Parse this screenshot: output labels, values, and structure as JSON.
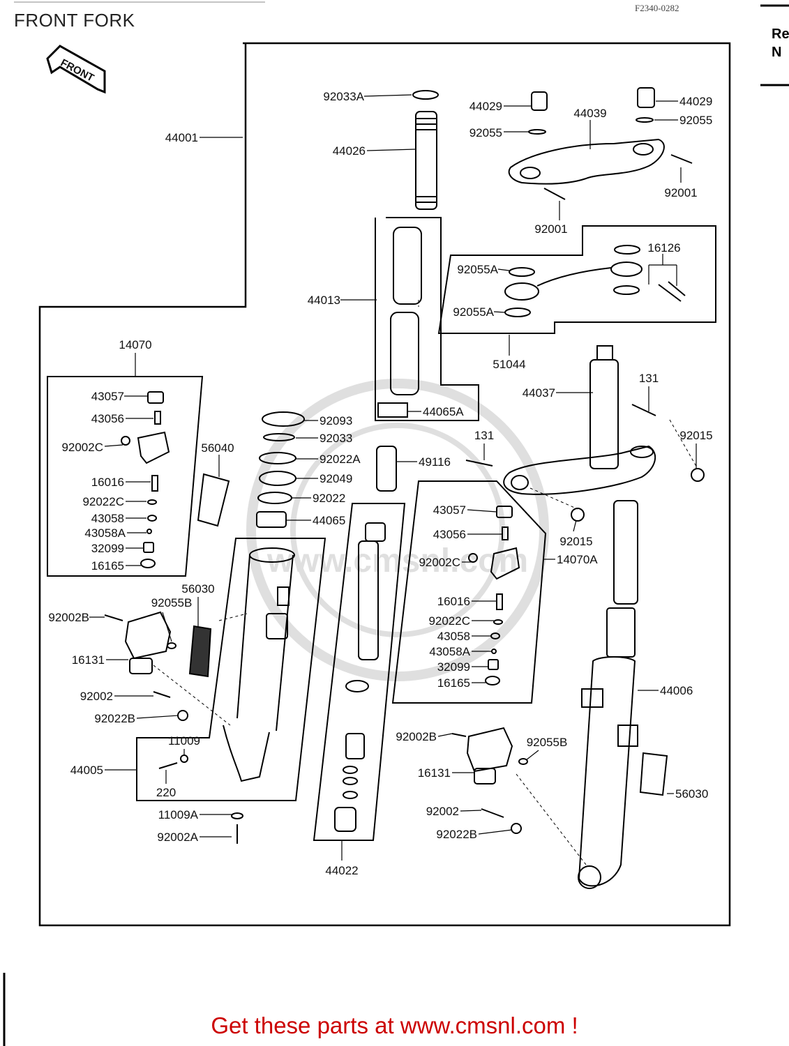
{
  "header": {
    "title": "FRONT FORK",
    "figure_code": "F2340-0282",
    "ref_col": [
      "Re",
      "N"
    ]
  },
  "front_arrow": "FRONT",
  "parts": [
    "92033A",
    "44001",
    "44026",
    "44029",
    "92055",
    "44039",
    "44029",
    "92055",
    "92001",
    "92001",
    "44013",
    "16126",
    "92055A",
    "92055A",
    "51044",
    "14070",
    "43057",
    "43056",
    "92002C",
    "16016",
    "92022C",
    "43058",
    "43058A",
    "32099",
    "16165",
    "56040",
    "44065A",
    "92093",
    "92033",
    "92022A",
    "92049",
    "92022",
    "44065",
    "49116",
    "131",
    "44037",
    "131",
    "92015",
    "92015",
    "43057",
    "43056",
    "92002C",
    "14070A",
    "16016",
    "92022C",
    "43058",
    "43058A",
    "32099",
    "16165",
    "56030",
    "92055B",
    "92002B",
    "16131",
    "92002",
    "92022B",
    "11009",
    "44005",
    "220",
    "11009A",
    "92002A",
    "44022",
    "92002B",
    "92055B",
    "16131",
    "92002",
    "92022B",
    "44006",
    "56030"
  ],
  "watermark_text": "www.cmsnl.com",
  "footer": "Get these parts at www.cmsnl.com !"
}
